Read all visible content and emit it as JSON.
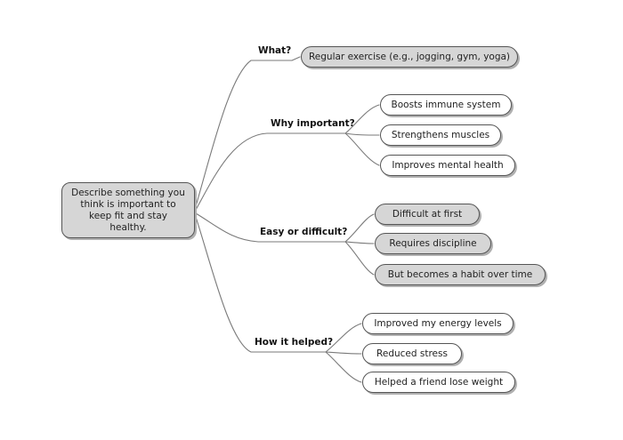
{
  "root": {
    "lines": [
      "Describe something you",
      "think is important to",
      "keep fit and stay healthy."
    ]
  },
  "branches": [
    {
      "label": "What?",
      "items": [
        "Regular exercise (e.g., jogging, gym, yoga)"
      ]
    },
    {
      "label": "Why important?",
      "items": [
        "Boosts immune system",
        "Strengthens muscles",
        "Improves mental health"
      ]
    },
    {
      "label": "Easy or difficult?",
      "items": [
        "Difficult at first",
        "Requires discipline",
        "But becomes a habit over time"
      ]
    },
    {
      "label": "How it helped?",
      "items": [
        "Improved my energy levels",
        "Reduced stress",
        "Helped a friend lose weight"
      ]
    }
  ]
}
